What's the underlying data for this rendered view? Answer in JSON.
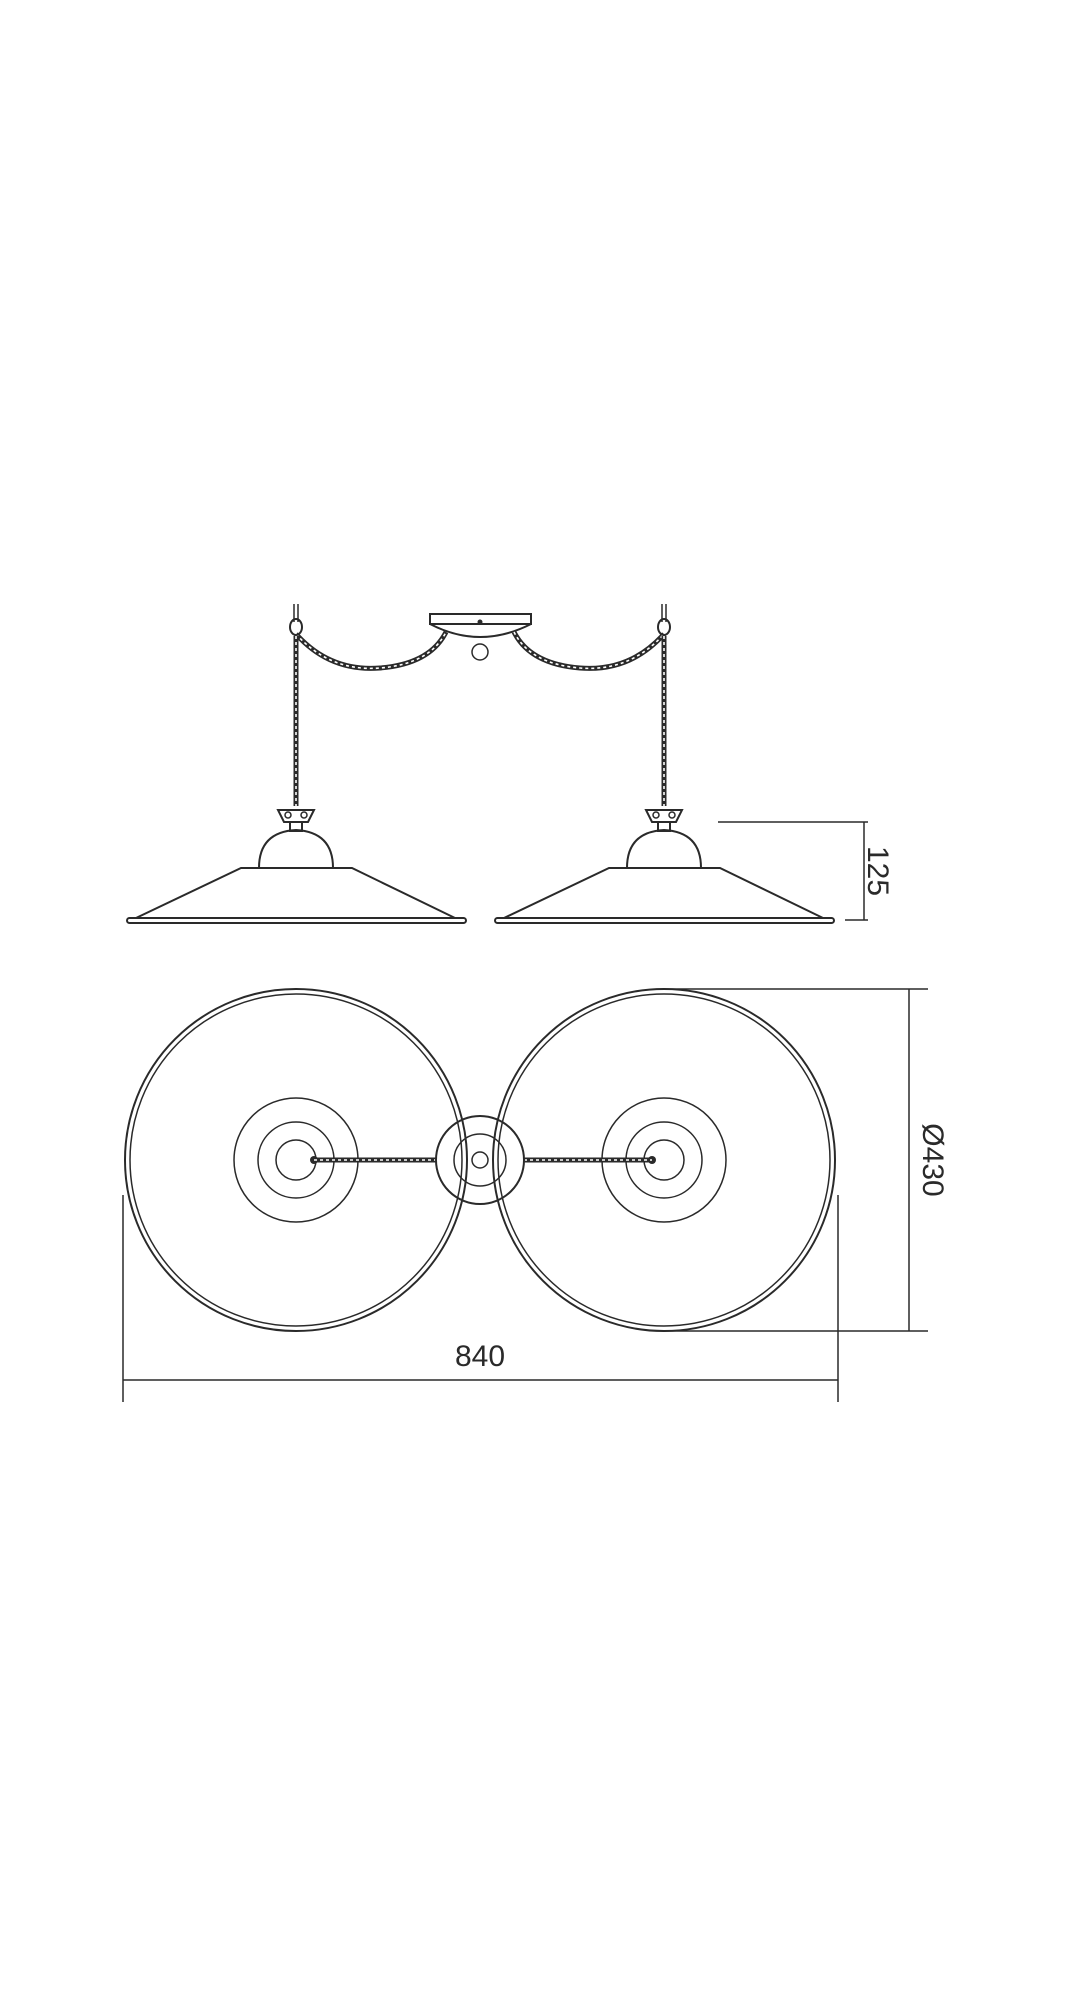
{
  "dimensions": {
    "shade_height": "125",
    "shade_diameter": "Ø430",
    "total_width": "840"
  },
  "colors": {
    "line": "#2a2a2a",
    "background": "#ffffff"
  }
}
